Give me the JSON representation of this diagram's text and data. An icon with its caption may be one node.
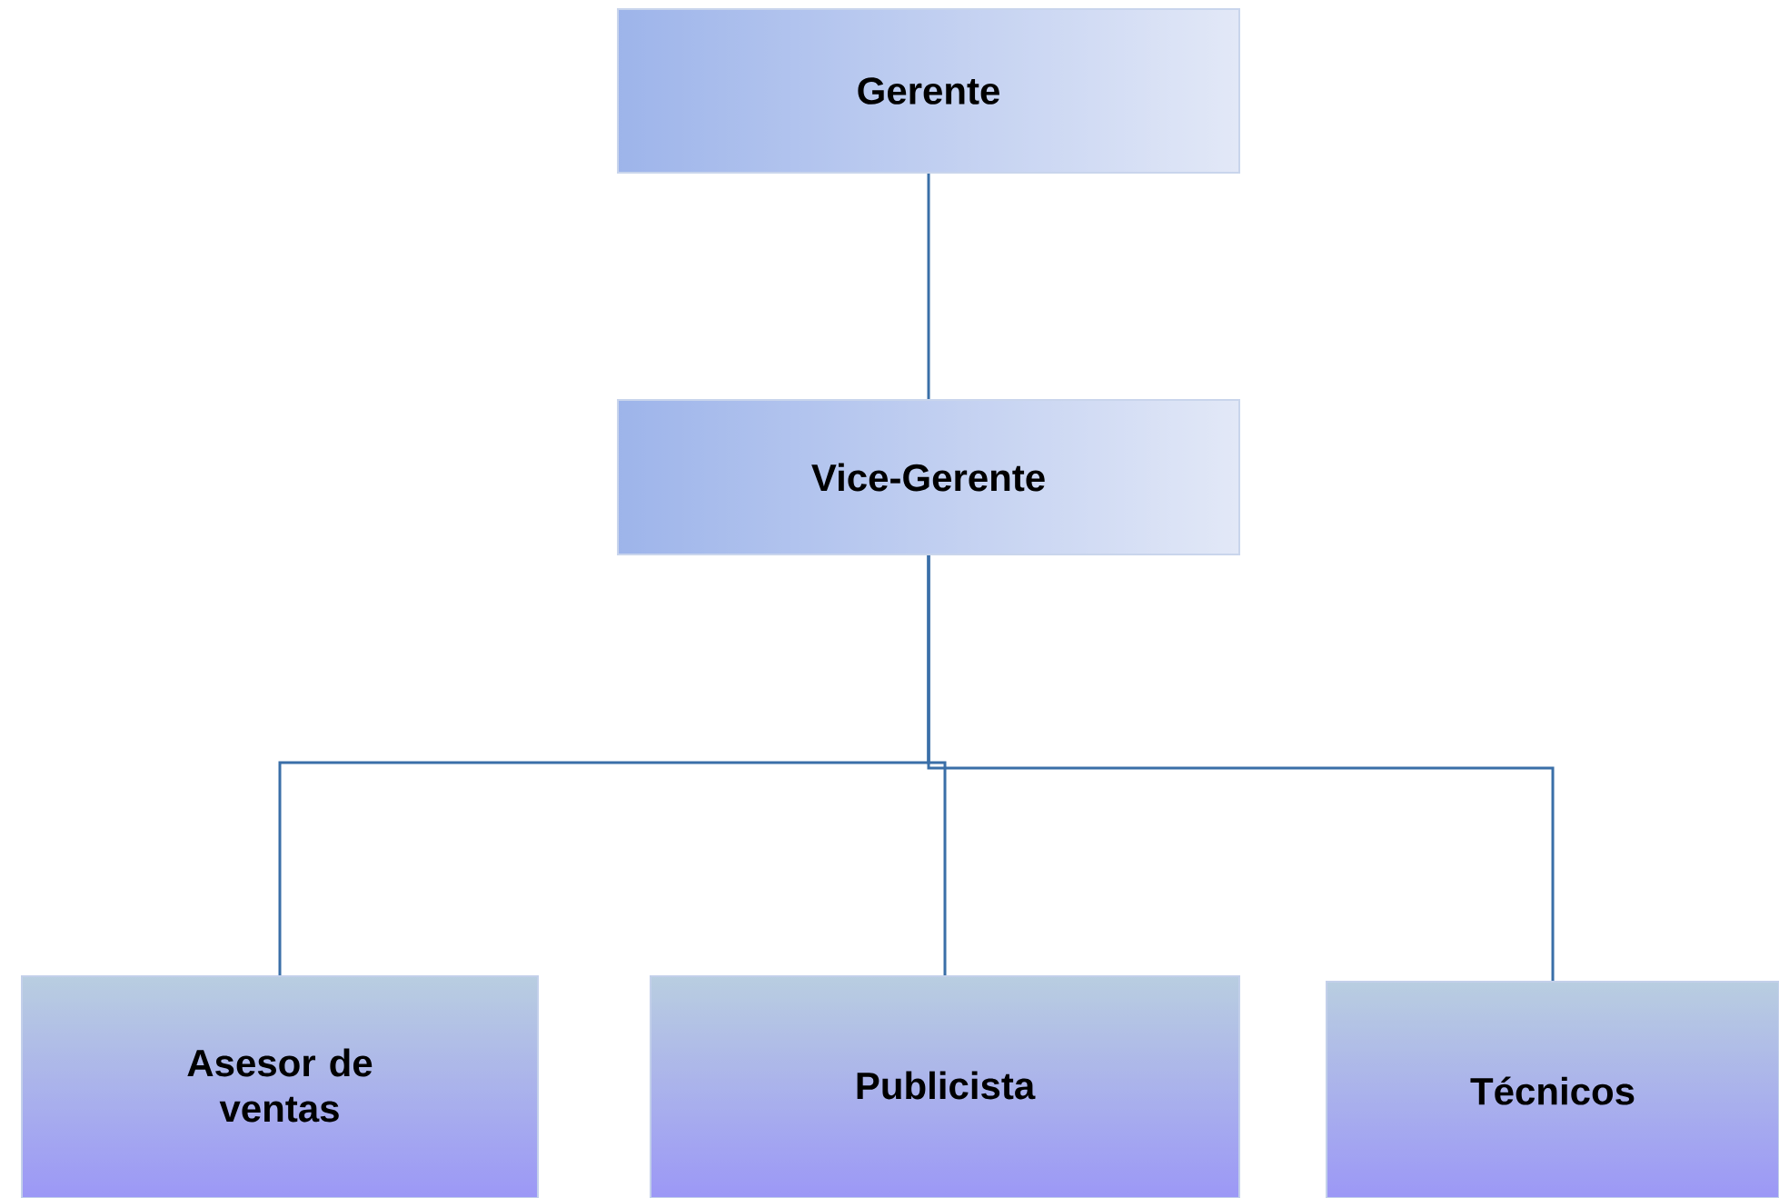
{
  "diagram": {
    "nodes": [
      {
        "text": [
          "Gerente"
        ]
      },
      {
        "text": [
          "Vice-Gerente"
        ]
      },
      {
        "text": [
          "Asesor de ventas"
        ]
      },
      {
        "text": [
          "Publicista"
        ]
      },
      {
        "text": [
          "Técnicos"
        ]
      }
    ],
    "edges": [
      {
        "from": 0,
        "to": 1,
        "arrow": "none"
      },
      {
        "from": 1,
        "to": 2,
        "arrow": "none"
      },
      {
        "from": 1,
        "to": 3,
        "arrow": "none"
      },
      {
        "from": 1,
        "to": 4,
        "arrow": "none"
      }
    ]
  }
}
